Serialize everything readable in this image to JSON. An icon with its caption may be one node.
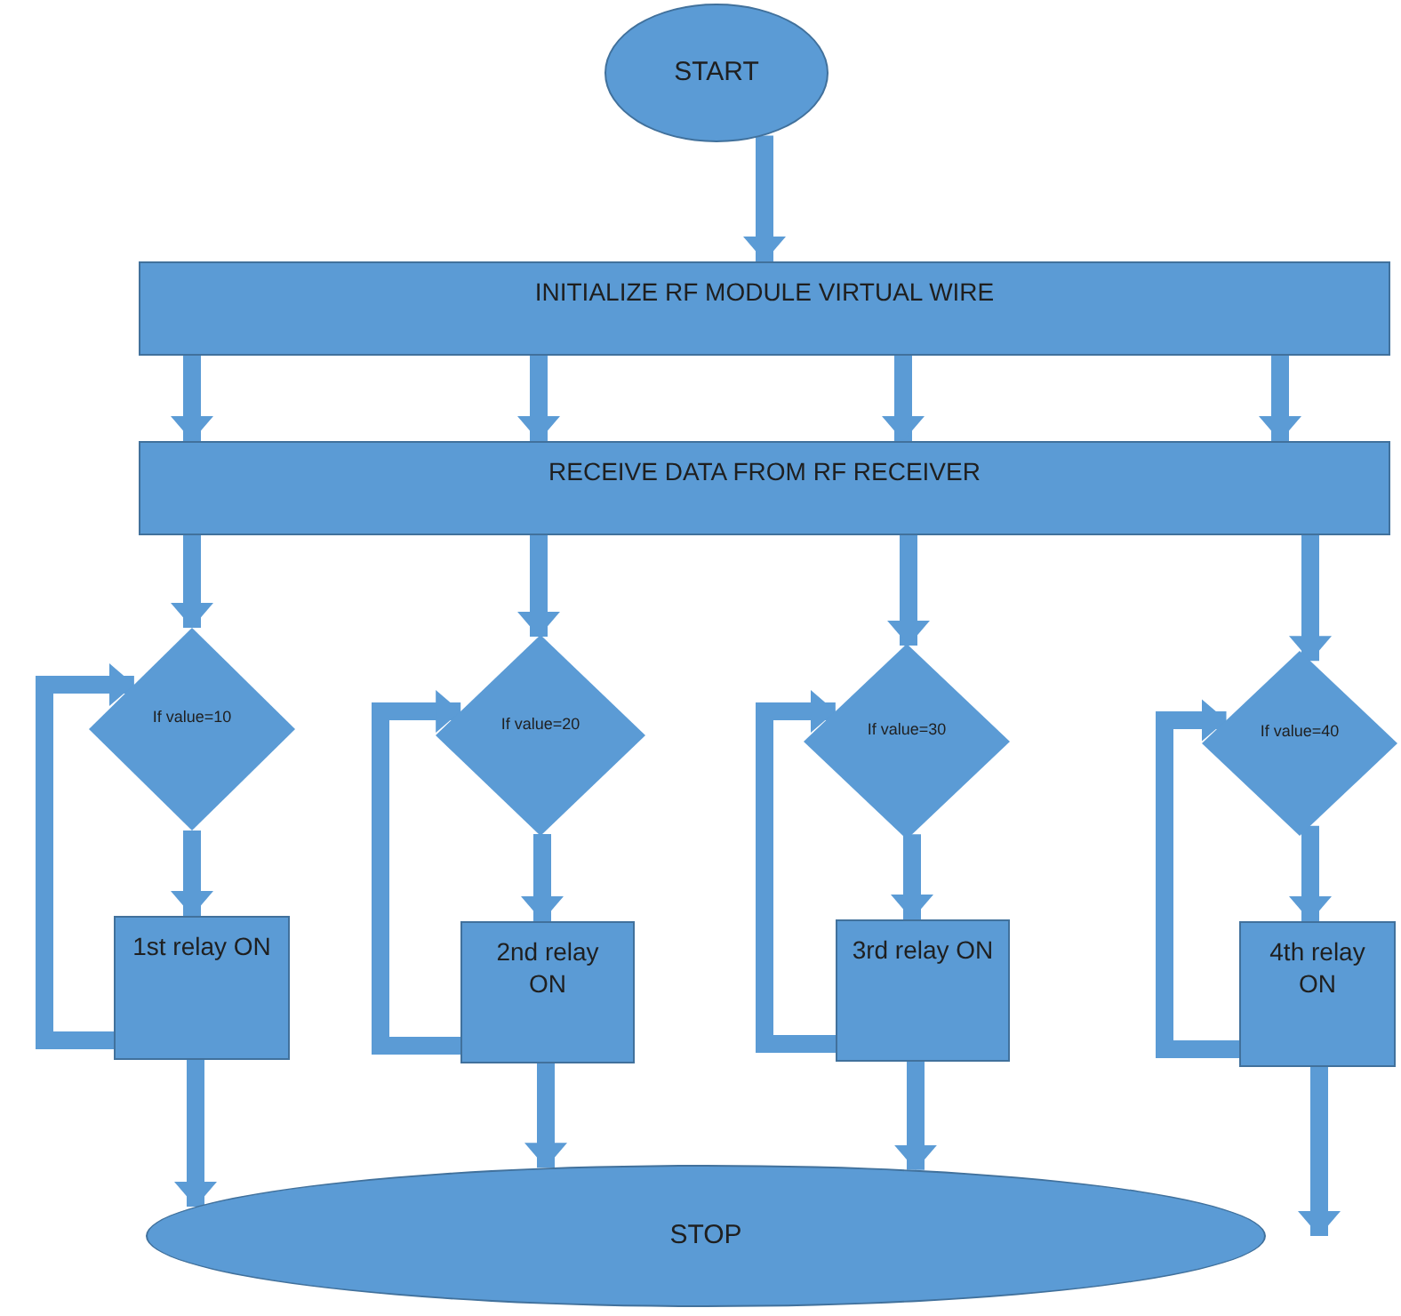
{
  "diagram": {
    "nodes": [
      {
        "text": [
          "START"
        ]
      },
      {
        "text": [
          "INITIALIZE RF  MODULE VIRTUAL WIRE"
        ]
      },
      {
        "text": [
          "RECEIVE DATA FROM RF RECEIVER"
        ]
      },
      {
        "text": [
          "If value=10"
        ]
      },
      {
        "text": [
          "1st relay ON"
        ]
      },
      {
        "text": [
          "If value=20"
        ]
      },
      {
        "text": [
          "2nd relay ON"
        ]
      },
      {
        "text": [
          "If value=30"
        ]
      },
      {
        "text": [
          "3rd relay ON"
        ]
      },
      {
        "text": [
          "If value=40"
        ]
      },
      {
        "text": [
          "4th relay ON"
        ]
      },
      {
        "text": [
          "STOP"
        ]
      }
    ],
    "edges": [
      {
        "from": 0,
        "to": 1,
        "arrow": "to"
      },
      {
        "from": 1,
        "to": 2,
        "arrow": "to"
      },
      {
        "from": 1,
        "to": 2,
        "arrow": "to"
      },
      {
        "from": 1,
        "to": 2,
        "arrow": "to"
      },
      {
        "from": 1,
        "to": 2,
        "arrow": "to"
      },
      {
        "from": 2,
        "to": 3,
        "arrow": "to"
      },
      {
        "from": 3,
        "to": 4,
        "arrow": "to"
      },
      {
        "from": 4,
        "to": 11,
        "arrow": "to"
      },
      {
        "from": 4,
        "to": 3,
        "arrow": "to"
      },
      {
        "from": 2,
        "to": 5,
        "arrow": "to"
      },
      {
        "from": 5,
        "to": 6,
        "arrow": "to"
      },
      {
        "from": 6,
        "to": 11,
        "arrow": "to"
      },
      {
        "from": 6,
        "to": 5,
        "arrow": "to"
      },
      {
        "from": 2,
        "to": 7,
        "arrow": "to"
      },
      {
        "from": 7,
        "to": 8,
        "arrow": "to"
      },
      {
        "from": 8,
        "to": 11,
        "arrow": "to"
      },
      {
        "from": 8,
        "to": 7,
        "arrow": "to"
      },
      {
        "from": 2,
        "to": 9,
        "arrow": "to"
      },
      {
        "from": 9,
        "to": 10,
        "arrow": "to"
      },
      {
        "from": 10,
        "to": 11,
        "arrow": "to"
      },
      {
        "from": 10,
        "to": 9,
        "arrow": "to"
      }
    ]
  }
}
